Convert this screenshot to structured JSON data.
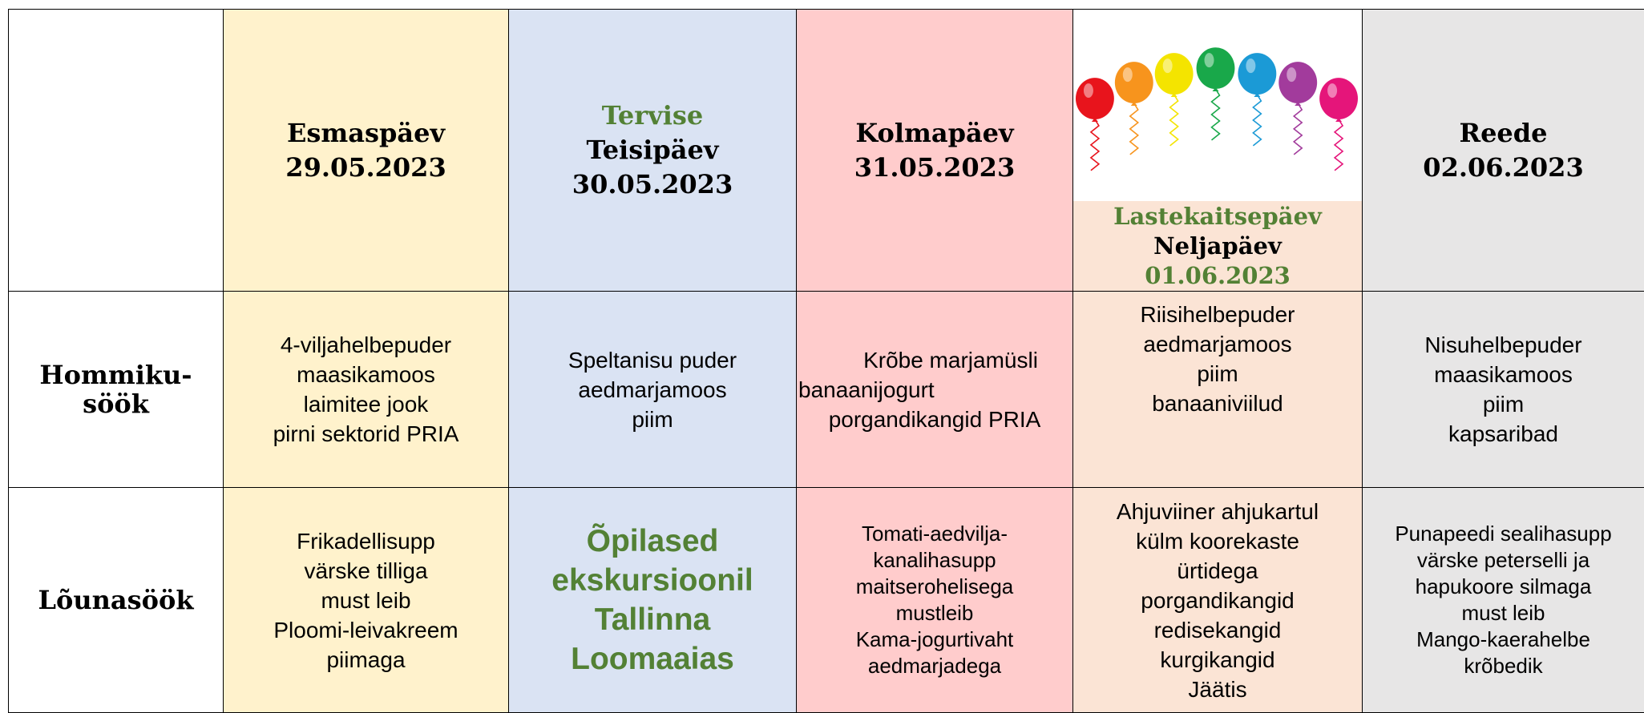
{
  "columns": {
    "monday": {
      "name": "Esmaspäev",
      "date": "29.05.2023",
      "color": "#fff2cc"
    },
    "tuesday": {
      "theme": "Tervise",
      "name": "Teisipäev",
      "date": "30.05.2023",
      "color": "#dae3f3"
    },
    "wednesday": {
      "name": "Kolmapäev",
      "date": "31.05.2023",
      "color": "#ffcccc"
    },
    "thursday": {
      "theme": "Lastekaitsepäev",
      "name": "Neljapäev",
      "date": "01.06.2023",
      "color": "#fbe4d5",
      "balloon_colors": [
        "#e8141c",
        "#f7941d",
        "#f4e400",
        "#19a84a",
        "#1b9ad6",
        "#a23b9c",
        "#e5157a"
      ]
    },
    "friday": {
      "name": "Reede",
      "date": "02.06.2023",
      "color": "#e7e6e6"
    }
  },
  "meals": {
    "breakfast": {
      "label_line1": "Hommiku-",
      "label_line2": "söök",
      "monday": [
        "4-viljahelbepuder",
        "maasikamoos",
        "laimitee jook",
        "pirni sektorid PRIA"
      ],
      "tuesday": [
        "Speltanisu puder",
        "aedmarjamoos",
        "piim"
      ],
      "wednesday": [
        "Krõbe marjamüsli",
        "banaanijogurt",
        "porgandikangid PRIA"
      ],
      "thursday": [
        "Riisihelbepuder",
        "aedmarjamoos",
        "piim",
        "banaaniviilud"
      ],
      "friday": [
        "Nisuhelbepuder",
        "maasikamoos",
        "piim",
        "kapsaribad"
      ]
    },
    "lunch": {
      "label": "Lõunasöök",
      "monday": [
        "Frikadellisupp",
        "värske tilliga",
        "must leib",
        "Ploomi-leivakreem",
        "piimaga"
      ],
      "tuesday": [
        "Õpilased",
        "ekskursioonil",
        "Tallinna",
        "Loomaaias"
      ],
      "wednesday": [
        "Tomati-aedvilja-",
        "kanalihasupp",
        "maitserohelisega",
        "mustleib",
        "Kama-jogurtivaht",
        "aedmarjadega"
      ],
      "thursday": [
        "Ahjuviiner ahjukartul",
        "külm koorekaste",
        "ürtidega",
        "porgandikangid",
        "redisekangid",
        "kurgikangid",
        "Jäätis"
      ],
      "friday": [
        "Punapeedi sealihasupp",
        "värske peterselli ja",
        "hapukoore silmaga",
        "must leib",
        "Mango-kaerahelbe",
        "krõbedik"
      ]
    }
  }
}
